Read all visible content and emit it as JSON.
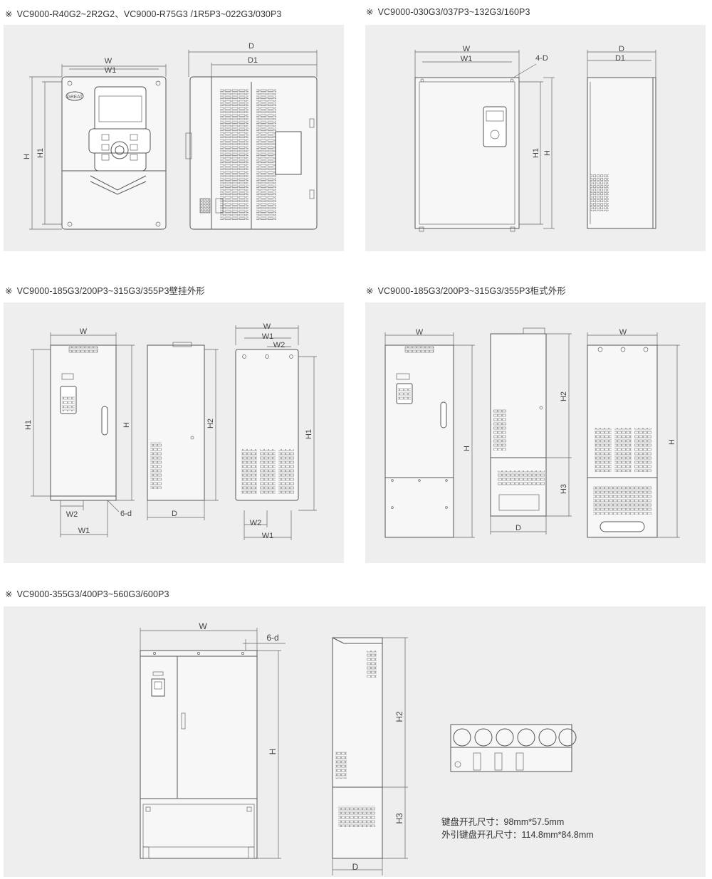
{
  "captions": {
    "c1": "VC9000-R40G2~2R2G2、VC9000-R75G3 /1R5P3~022G3/030P3",
    "c2": "VC9000-030G3/037P3~132G3/160P3",
    "c3": "VC9000-185G3/200P3~315G3/355P3壁挂外形",
    "c4": "VC9000-185G3/200P3~315G3/355P3柜式外形",
    "c5": "VC9000-355G3/400P3~560G3/600P3",
    "mark": "※"
  },
  "labels": {
    "W": "W",
    "W1": "W1",
    "W2": "W2",
    "H": "H",
    "H1": "H1",
    "H2": "H2",
    "H3": "H3",
    "D": "D",
    "D1": "D1",
    "fourD": "4-D",
    "sixD": "6-d",
    "brand": "GREAT"
  },
  "notes": {
    "line1": "键盘开孔尺寸：98mm*57.5mm",
    "line2": "外引键盘开孔尺寸：114.8mm*84.8mm"
  }
}
